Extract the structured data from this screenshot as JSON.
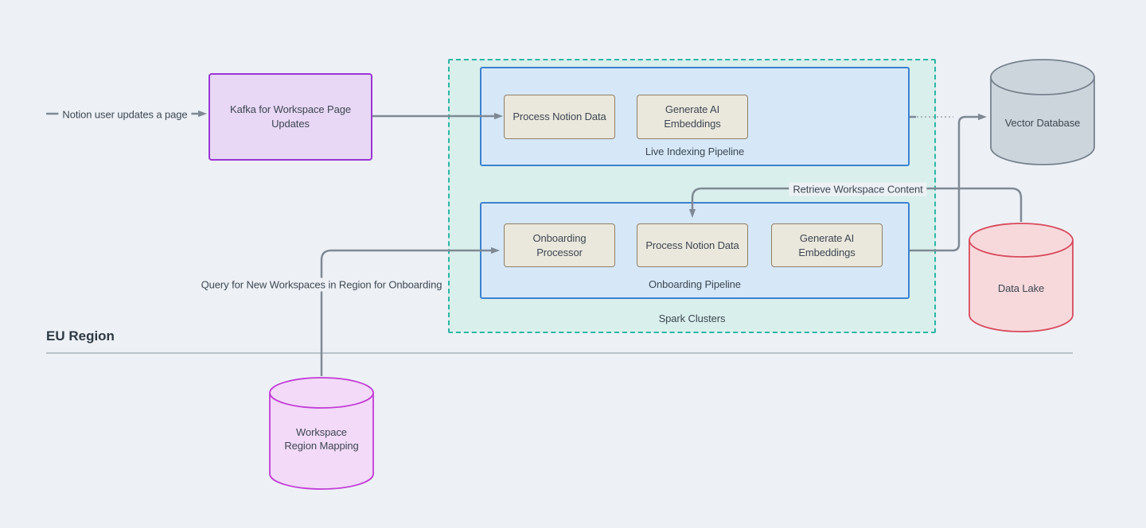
{
  "region": {
    "label": "EU Region"
  },
  "nodes": {
    "kafka": {
      "label": "Kafka for Workspace Page Updates"
    },
    "spark": {
      "label": "Spark Clusters"
    },
    "live_pipeline": {
      "label": "Live Indexing Pipeline",
      "tasks": [
        "Process Notion Data",
        "Generate AI Embeddings"
      ]
    },
    "onboarding_pipeline": {
      "label": "Onboarding Pipeline",
      "tasks": [
        "Onboarding Processor",
        "Process Notion Data",
        "Generate AI Embeddings"
      ]
    },
    "vector_db": {
      "label": "Vector Database"
    },
    "data_lake": {
      "label": "Data Lake"
    },
    "workspace_mapping": {
      "label": "Workspace Region Mapping"
    }
  },
  "edges": {
    "user_update": {
      "label": "Notion user updates a page"
    },
    "retrieve": {
      "label": "Retrieve Workspace Content"
    },
    "query": {
      "label": "Query for New Workspaces in Region for Onboarding"
    }
  },
  "colors": {
    "bg": "#edf1f6",
    "line": "#7e8994",
    "text": "#3d4752",
    "divider": "#a9b2bc",
    "purple_fill": "#e8d7f5",
    "purple_border": "#9a35d4",
    "teal_fill": "#d9efeb",
    "teal_border": "#2ab5a5",
    "blue_fill": "#d6e8f8",
    "blue_border": "#3b82d0",
    "task_fill": "#eae7dc",
    "task_border": "#8f7f64",
    "gray_fill": "#cdd5dc",
    "gray_border": "#76828e",
    "red_fill": "#f7d9dc",
    "red_border": "#d84a5b",
    "magenta_fill": "#f2daf8",
    "magenta_border": "#c23ad6"
  }
}
